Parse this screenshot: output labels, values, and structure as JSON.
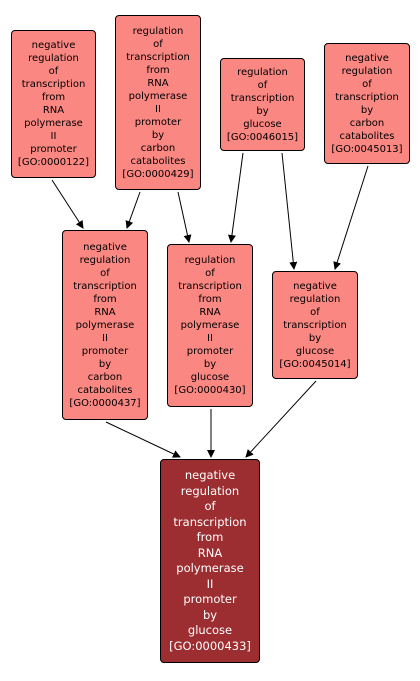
{
  "colors": {
    "node_fill": "#fa8782",
    "focus_fill": "#9c2d30",
    "edge": "#000000",
    "background": "#ffffff"
  },
  "nodes": {
    "go0000122": {
      "label_lines": [
        "negative",
        "regulation",
        "of",
        "transcription",
        "from",
        "RNA",
        "polymerase",
        "II",
        "promoter"
      ],
      "id": "[GO:0000122]"
    },
    "go0000429": {
      "label_lines": [
        "regulation",
        "of",
        "transcription",
        "from",
        "RNA",
        "polymerase",
        "II",
        "promoter",
        "by",
        "carbon",
        "catabolites"
      ],
      "id": "[GO:0000429]"
    },
    "go0046015": {
      "label_lines": [
        "regulation",
        "of",
        "transcription",
        "by",
        "glucose"
      ],
      "id": "[GO:0046015]"
    },
    "go0045013": {
      "label_lines": [
        "negative",
        "regulation",
        "of",
        "transcription",
        "by",
        "carbon",
        "catabolites"
      ],
      "id": "[GO:0045013]"
    },
    "go0000437": {
      "label_lines": [
        "negative",
        "regulation",
        "of",
        "transcription",
        "from",
        "RNA",
        "polymerase",
        "II",
        "promoter",
        "by",
        "carbon",
        "catabolites"
      ],
      "id": "[GO:0000437]"
    },
    "go0000430": {
      "label_lines": [
        "regulation",
        "of",
        "transcription",
        "from",
        "RNA",
        "polymerase",
        "II",
        "promoter",
        "by",
        "glucose"
      ],
      "id": "[GO:0000430]"
    },
    "go0045014": {
      "label_lines": [
        "negative",
        "regulation",
        "of",
        "transcription",
        "by",
        "glucose"
      ],
      "id": "[GO:0045014]"
    },
    "go0000433": {
      "label_lines": [
        "negative",
        "regulation",
        "of",
        "transcription",
        "from",
        "RNA",
        "polymerase",
        "II",
        "promoter",
        "by",
        "glucose"
      ],
      "id": "[GO:0000433]"
    }
  },
  "edges": [
    {
      "from": "go0000122",
      "to": "go0000437"
    },
    {
      "from": "go0000429",
      "to": "go0000437"
    },
    {
      "from": "go0000429",
      "to": "go0000430"
    },
    {
      "from": "go0046015",
      "to": "go0000430"
    },
    {
      "from": "go0046015",
      "to": "go0045014"
    },
    {
      "from": "go0045013",
      "to": "go0045014"
    },
    {
      "from": "go0000437",
      "to": "go0000433"
    },
    {
      "from": "go0000430",
      "to": "go0000433"
    },
    {
      "from": "go0045014",
      "to": "go0000433"
    }
  ]
}
